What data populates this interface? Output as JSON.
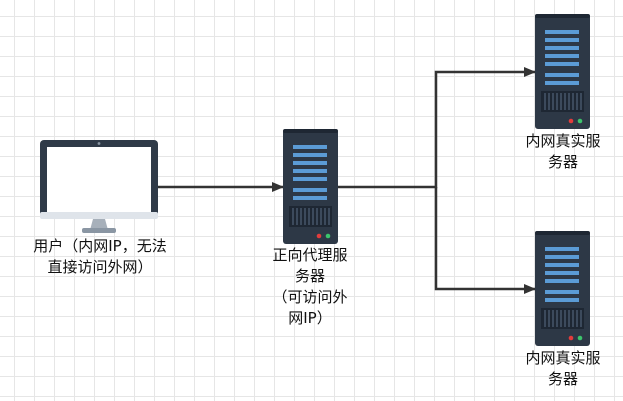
{
  "nodes": {
    "client": {
      "icon": "monitor-icon",
      "label_lines": [
        "用户（内网IP，无法",
        "直接访问外网）"
      ]
    },
    "proxy": {
      "icon": "server-icon",
      "label_lines": [
        "正向代理服",
        "务器",
        "（可访问外",
        "网IP）"
      ]
    },
    "server_top": {
      "icon": "server-icon",
      "label_lines": [
        "内网真实服",
        "务器"
      ]
    },
    "server_bottom": {
      "icon": "server-icon",
      "label_lines": [
        "内网真实服",
        "务器"
      ]
    }
  },
  "edges": [
    {
      "from": "client",
      "to": "proxy"
    },
    {
      "from": "proxy",
      "to": "server_top"
    },
    {
      "from": "proxy",
      "to": "server_bottom"
    }
  ],
  "colors": {
    "edge": "#333333",
    "server_body": "#2d3846",
    "server_dark": "#1e2733",
    "server_slot": "#5b9bd5",
    "led_red": "#e23c3c",
    "led_green": "#3cc46c",
    "monitor_bezel": "#2f3a48",
    "monitor_screen": "#ffffff",
    "monitor_stand": "#a7b0ba"
  }
}
